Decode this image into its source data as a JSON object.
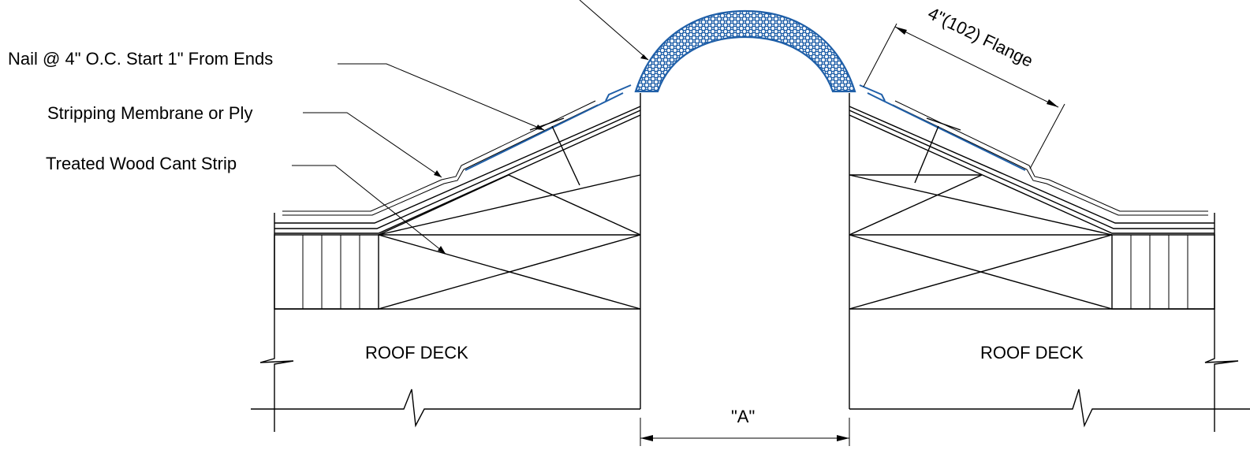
{
  "labels": {
    "nail": "Nail @ 4\" O.C. Start 1\" From Ends",
    "stripping": "Stripping Membrane or Ply",
    "cant": "Treated Wood Cant Strip",
    "flange": "4\"(102) Flange",
    "roof_deck_left": "ROOF DECK",
    "roof_deck_right": "ROOF DECK",
    "dimension_a": "\"A\""
  },
  "colors": {
    "accent": "#1f5fa8",
    "line": "#000000",
    "background": "#ffffff"
  }
}
